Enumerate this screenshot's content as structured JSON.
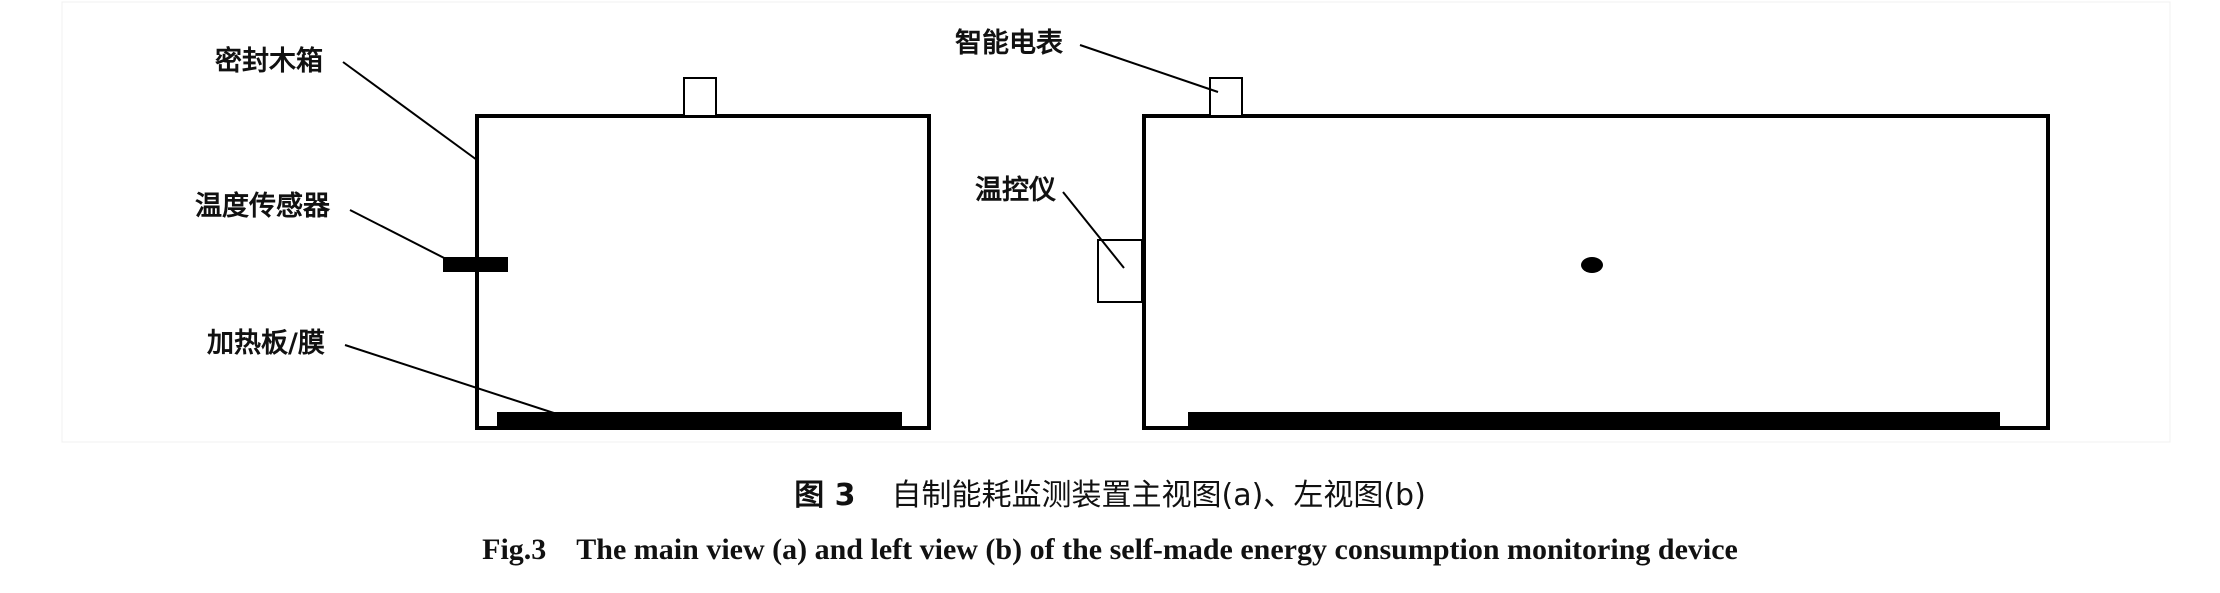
{
  "figure": {
    "labels": {
      "sealed_box": "密封木箱",
      "temp_sensor": "温度传感器",
      "heating_plate": "加热板/膜",
      "smart_meter": "智能电表",
      "thermostat": "温控仪"
    },
    "caption_cn": {
      "number": "图 3",
      "text": "自制能耗监测装置主视图(a)、左视图(b)"
    },
    "caption_en": {
      "number": "Fig.3",
      "text": "The main view (a) and left view (b) of the self-made energy consumption monitoring device"
    }
  }
}
